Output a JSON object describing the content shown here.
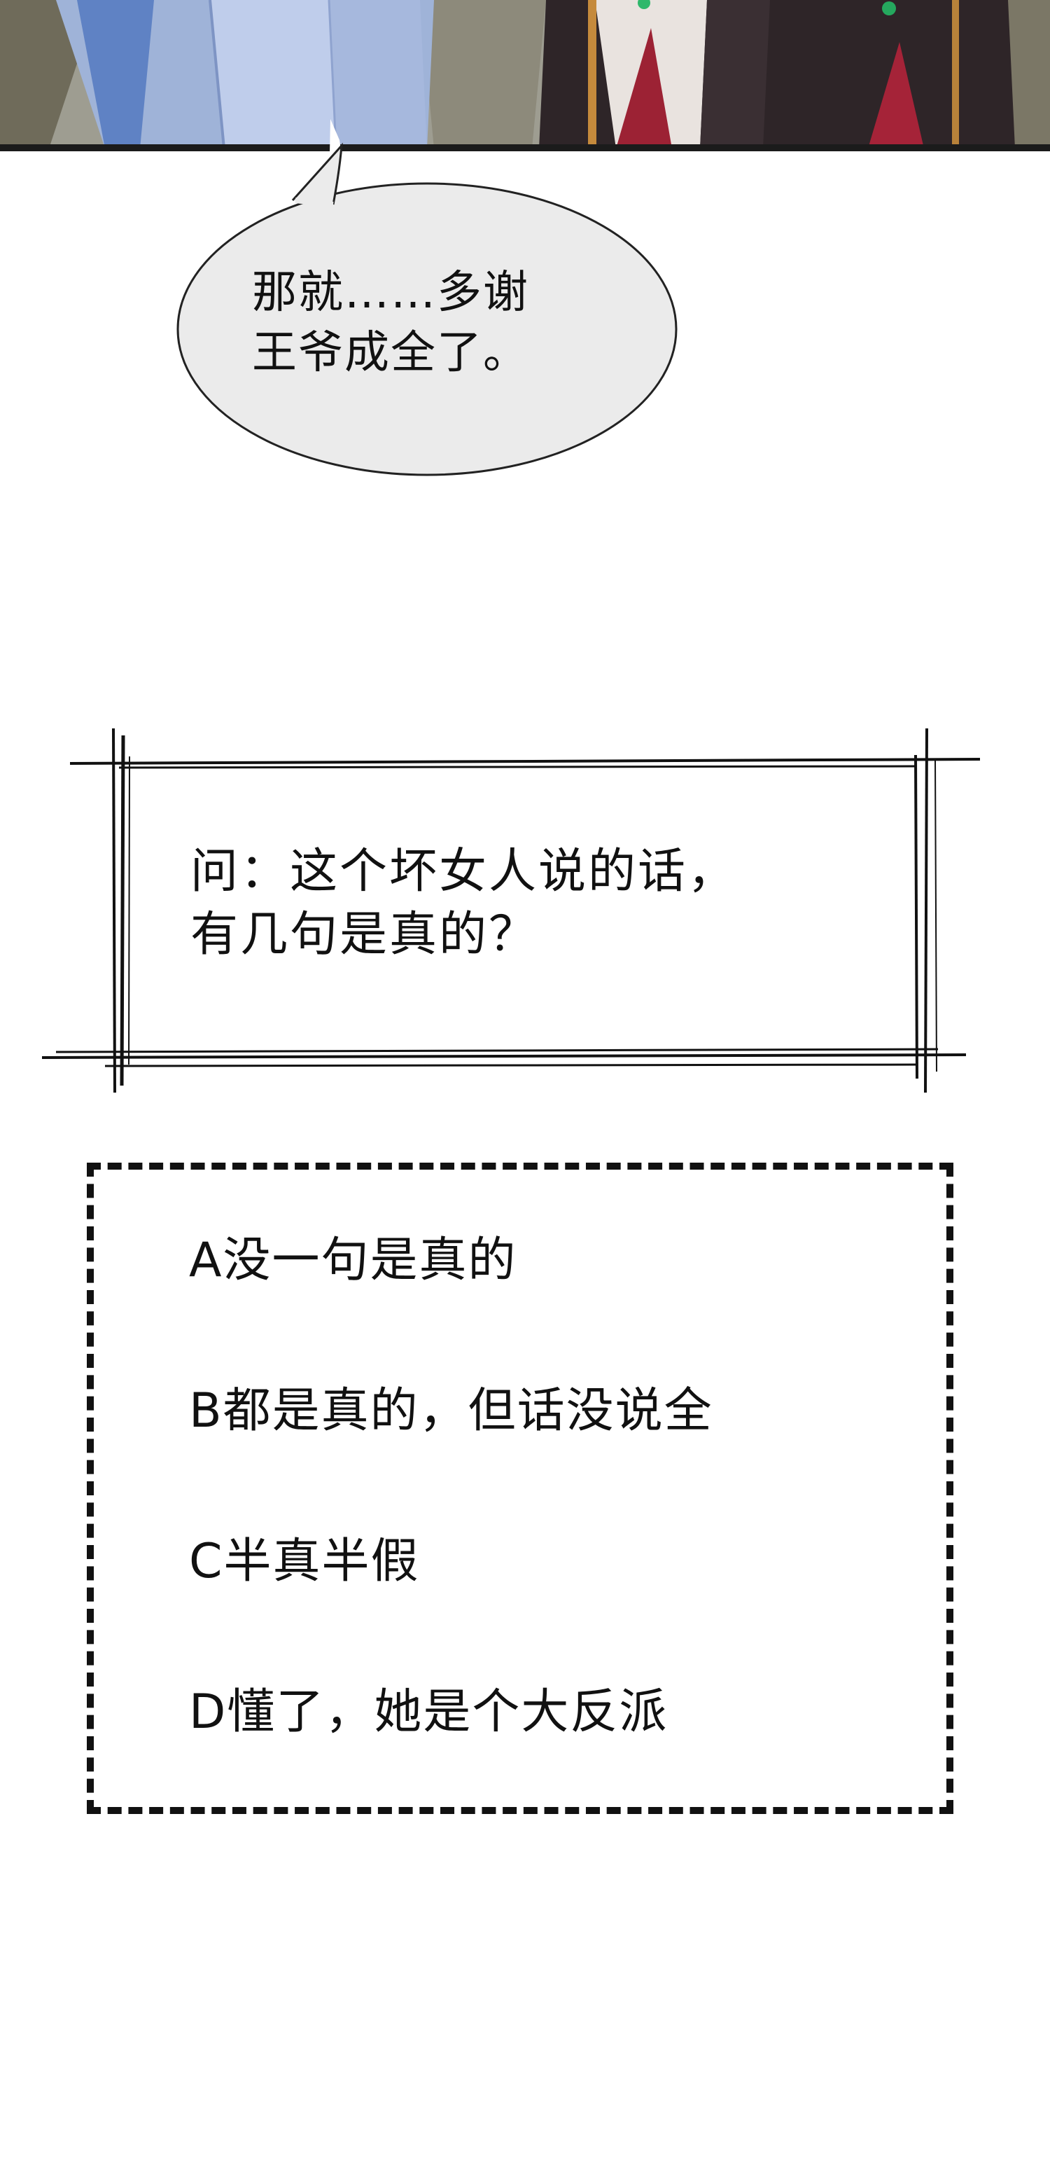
{
  "speech_bubble": {
    "text": "那就……多谢\n王爷成全了。"
  },
  "question": {
    "line1": "问：这个坏女人说的话，",
    "line2": "有几句是真的？"
  },
  "options": [
    {
      "label": "A没一句是真的"
    },
    {
      "label": "B都是真的，但话没说全"
    },
    {
      "label": "C半真半假"
    },
    {
      "label": "D懂了，她是个大反派"
    }
  ]
}
